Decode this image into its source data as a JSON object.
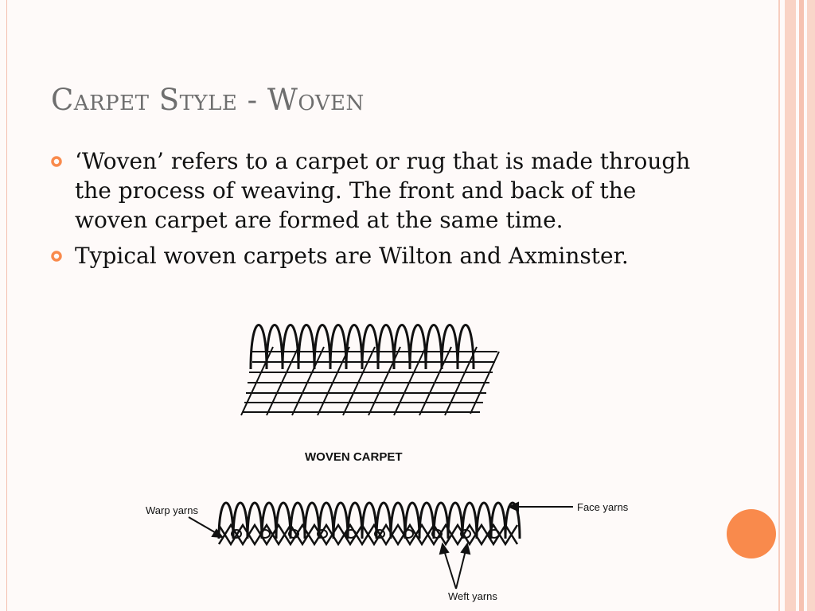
{
  "slide": {
    "title": "Carpet Style - Woven",
    "bullets": [
      "‘Woven’ refers to a carpet or rug that is made through the process of weaving. The front and back of the woven carpet are formed at the same time.",
      "Typical woven carpets are Wilton and Axminster."
    ]
  },
  "figure": {
    "caption": "WOVEN CARPET",
    "labels": {
      "warp": "Warp yarns",
      "face": "Face yarns",
      "weft": "Weft yarns"
    }
  },
  "colors": {
    "accent": "#f98a4c",
    "title": "#6e6e6e",
    "band": "#f4c0b0"
  },
  "icons": {
    "bullet": "ring-bullet-icon"
  }
}
